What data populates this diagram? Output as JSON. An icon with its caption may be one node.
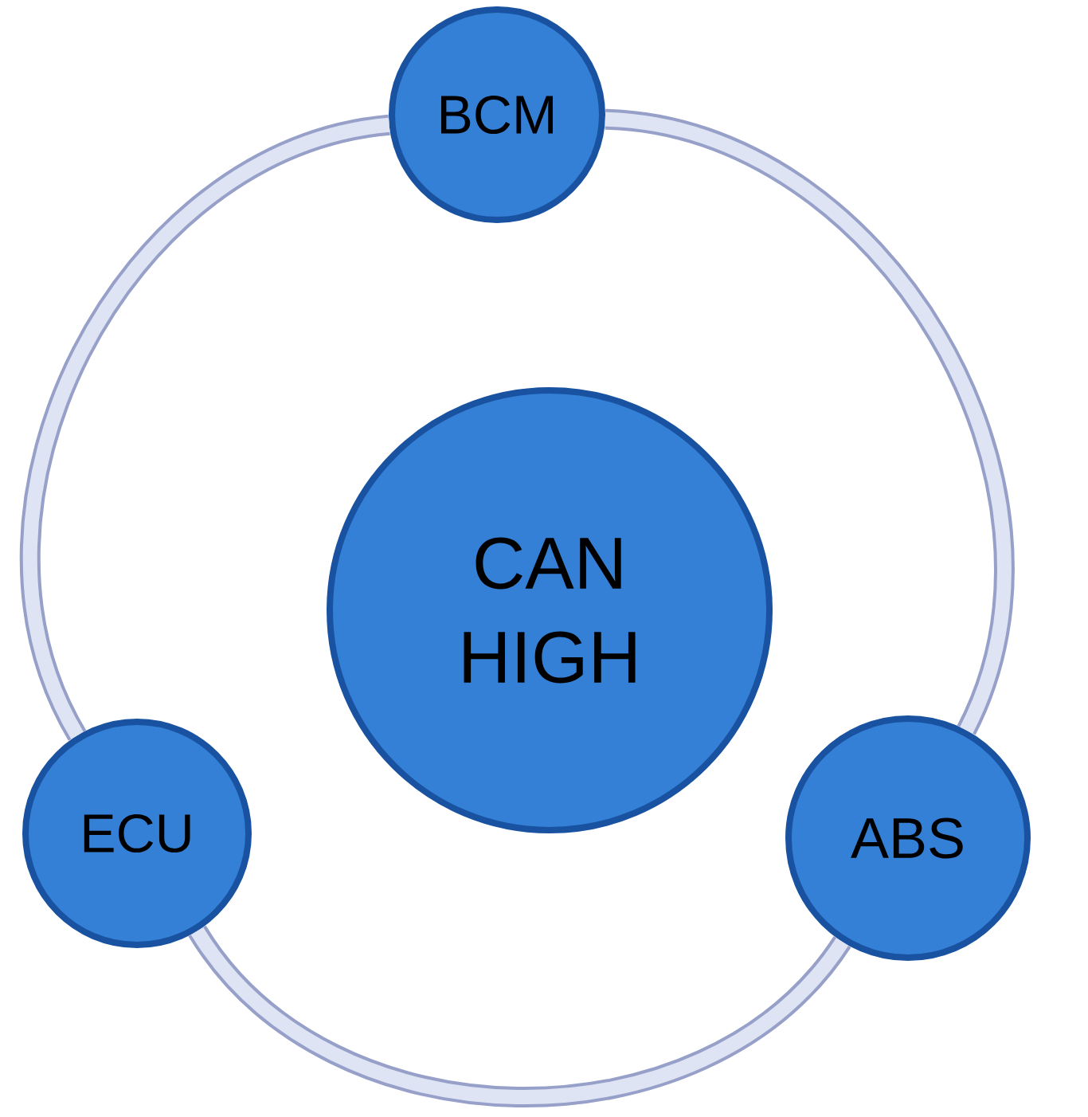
{
  "diagram": {
    "nodes": [
      {
        "text": [
          "BCM"
        ]
      },
      {
        "text": [
          "CAN HIGH"
        ]
      },
      {
        "text": [
          "ECU"
        ]
      },
      {
        "text": [
          "ABS"
        ]
      }
    ],
    "edges": [
      {
        "from": 0,
        "to": 3,
        "arrow": "none"
      },
      {
        "from": 3,
        "to": 2,
        "arrow": "none"
      },
      {
        "from": 2,
        "to": 0,
        "arrow": "none"
      }
    ]
  }
}
